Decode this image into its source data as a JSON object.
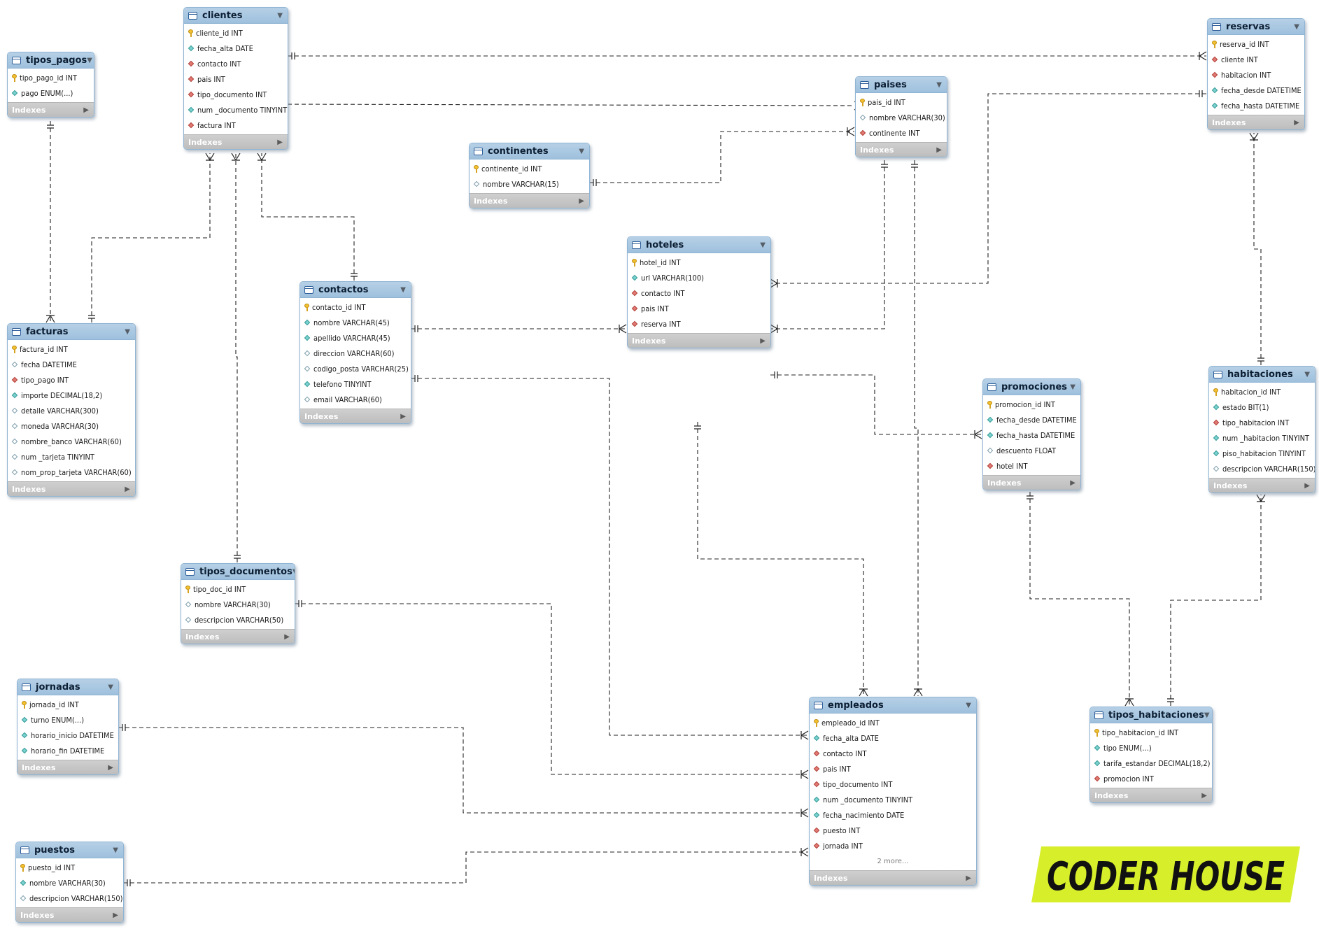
{
  "footer_label": "Indexes",
  "tables": [
    {
      "id": "clientes",
      "name": "clientes",
      "columns": [
        {
          "label": "cliente_id INT",
          "kind": "key"
        },
        {
          "label": "fecha_alta DATE",
          "kind": "nn"
        },
        {
          "label": "contacto INT",
          "kind": "fk"
        },
        {
          "label": "pais INT",
          "kind": "fk"
        },
        {
          "label": "tipo_documento INT",
          "kind": "fk"
        },
        {
          "label": "num _documento TINYINT",
          "kind": "nn"
        },
        {
          "label": "factura INT",
          "kind": "fk"
        }
      ]
    },
    {
      "id": "tipos_pagos",
      "name": "tipos_pagos",
      "columns": [
        {
          "label": "tipo_pago_id INT",
          "kind": "key"
        },
        {
          "label": "pago ENUM(...)",
          "kind": "nn"
        }
      ]
    },
    {
      "id": "reservas",
      "name": "reservas",
      "columns": [
        {
          "label": "reserva_id INT",
          "kind": "key"
        },
        {
          "label": "cliente INT",
          "kind": "fk"
        },
        {
          "label": "habitacion INT",
          "kind": "fk"
        },
        {
          "label": "fecha_desde DATETIME",
          "kind": "nn"
        },
        {
          "label": "fecha_hasta DATETIME",
          "kind": "nn"
        }
      ]
    },
    {
      "id": "paises",
      "name": "paises",
      "columns": [
        {
          "label": "pais_id INT",
          "kind": "key"
        },
        {
          "label": "nombre VARCHAR(30)",
          "kind": "nul"
        },
        {
          "label": "continente INT",
          "kind": "fk"
        }
      ]
    },
    {
      "id": "continentes",
      "name": "continentes",
      "columns": [
        {
          "label": "continente_id INT",
          "kind": "key"
        },
        {
          "label": "nombre VARCHAR(15)",
          "kind": "nul"
        }
      ]
    },
    {
      "id": "hoteles",
      "name": "hoteles",
      "columns": [
        {
          "label": "hotel_id INT",
          "kind": "key"
        },
        {
          "label": "url VARCHAR(100)",
          "kind": "nn"
        },
        {
          "label": "contacto INT",
          "kind": "fk"
        },
        {
          "label": "pais INT",
          "kind": "fk"
        },
        {
          "label": "reserva INT",
          "kind": "fk"
        }
      ]
    },
    {
      "id": "contactos",
      "name": "contactos",
      "columns": [
        {
          "label": "contacto_id INT",
          "kind": "key"
        },
        {
          "label": "nombre VARCHAR(45)",
          "kind": "nn"
        },
        {
          "label": "apellido VARCHAR(45)",
          "kind": "nn"
        },
        {
          "label": "direccion VARCHAR(60)",
          "kind": "nul"
        },
        {
          "label": "codigo_posta VARCHAR(25)",
          "kind": "nul"
        },
        {
          "label": "telefono TINYINT",
          "kind": "nn"
        },
        {
          "label": "email VARCHAR(60)",
          "kind": "nul"
        }
      ]
    },
    {
      "id": "facturas",
      "name": "facturas",
      "columns": [
        {
          "label": "factura_id INT",
          "kind": "key"
        },
        {
          "label": "fecha DATETIME",
          "kind": "nul"
        },
        {
          "label": "tipo_pago INT",
          "kind": "fk"
        },
        {
          "label": "importe DECIMAL(18,2)",
          "kind": "nn"
        },
        {
          "label": "detalle VARCHAR(300)",
          "kind": "nul"
        },
        {
          "label": "moneda VARCHAR(30)",
          "kind": "nul"
        },
        {
          "label": "nombre_banco VARCHAR(60)",
          "kind": "nul"
        },
        {
          "label": "num _tarjeta TINYINT",
          "kind": "nul"
        },
        {
          "label": "nom_prop_tarjeta VARCHAR(60)",
          "kind": "nul"
        }
      ]
    },
    {
      "id": "habitaciones",
      "name": "habitaciones",
      "columns": [
        {
          "label": "habitacion_id INT",
          "kind": "key"
        },
        {
          "label": "estado BIT(1)",
          "kind": "nn"
        },
        {
          "label": "tipo_habitacion INT",
          "kind": "fk"
        },
        {
          "label": "num _habitacion TINYINT",
          "kind": "nn"
        },
        {
          "label": "piso_habitacion TINYINT",
          "kind": "nn"
        },
        {
          "label": "descripcion VARCHAR(150)",
          "kind": "nul"
        }
      ]
    },
    {
      "id": "promociones",
      "name": "promociones",
      "columns": [
        {
          "label": "promocion_id INT",
          "kind": "key"
        },
        {
          "label": "fecha_desde DATETIME",
          "kind": "nn"
        },
        {
          "label": "fecha_hasta DATETIME",
          "kind": "nn"
        },
        {
          "label": "descuento FLOAT",
          "kind": "nul"
        },
        {
          "label": "hotel INT",
          "kind": "fk"
        }
      ]
    },
    {
      "id": "tipos_documentos",
      "name": "tipos_documentos",
      "columns": [
        {
          "label": "tipo_doc_id INT",
          "kind": "key"
        },
        {
          "label": "nombre VARCHAR(30)",
          "kind": "nul"
        },
        {
          "label": "descripcion VARCHAR(50)",
          "kind": "nul"
        }
      ]
    },
    {
      "id": "jornadas",
      "name": "jornadas",
      "columns": [
        {
          "label": "jornada_id INT",
          "kind": "key"
        },
        {
          "label": "turno ENUM(...)",
          "kind": "nn"
        },
        {
          "label": "horario_inicio DATETIME",
          "kind": "nn"
        },
        {
          "label": "horario_fin DATETIME",
          "kind": "nn"
        }
      ]
    },
    {
      "id": "puestos",
      "name": "puestos",
      "columns": [
        {
          "label": "puesto_id INT",
          "kind": "key"
        },
        {
          "label": "nombre VARCHAR(30)",
          "kind": "nn"
        },
        {
          "label": "descripcion VARCHAR(150)",
          "kind": "nul"
        }
      ]
    },
    {
      "id": "empleados",
      "name": "empleados",
      "more": "2 more...",
      "columns": [
        {
          "label": "empleado_id INT",
          "kind": "key"
        },
        {
          "label": "fecha_alta DATE",
          "kind": "nn"
        },
        {
          "label": "contacto INT",
          "kind": "fk"
        },
        {
          "label": "pais INT",
          "kind": "fk"
        },
        {
          "label": "tipo_documento INT",
          "kind": "fk"
        },
        {
          "label": "num _documento TINYINT",
          "kind": "nn"
        },
        {
          "label": "fecha_nacimiento DATE",
          "kind": "nn"
        },
        {
          "label": "puesto INT",
          "kind": "fk"
        },
        {
          "label": "jornada INT",
          "kind": "fk"
        }
      ]
    },
    {
      "id": "tipos_habitaciones",
      "name": "tipos_habitaciones",
      "columns": [
        {
          "label": "tipo_habitacion_id INT",
          "kind": "key"
        },
        {
          "label": "tipo ENUM(...)",
          "kind": "nn"
        },
        {
          "label": "tarifa_estandar DECIMAL(18,2)",
          "kind": "nn"
        },
        {
          "label": "promocion INT",
          "kind": "fk"
        }
      ]
    }
  ],
  "relationships": [
    {
      "name": "rel-clientes-reservas",
      "one": "clientes",
      "many": "reservas"
    },
    {
      "name": "rel-paises-clientes",
      "one": "paises",
      "many": "clientes"
    },
    {
      "name": "rel-continentes-paises",
      "one": "continentes",
      "many": "paises"
    },
    {
      "name": "rel-tipos_pagos-facturas",
      "one": "tipos_pagos",
      "many": "facturas"
    },
    {
      "name": "rel-facturas-clientes",
      "one": "facturas",
      "many": "clientes"
    },
    {
      "name": "rel-contactos-clientes",
      "one": "contactos",
      "many": "clientes"
    },
    {
      "name": "rel-tipos_documentos-clientes",
      "one": "tipos_documentos",
      "many": "clientes"
    },
    {
      "name": "rel-contactos-hoteles",
      "one": "contactos",
      "many": "hoteles"
    },
    {
      "name": "rel-paises-hoteles",
      "one": "paises",
      "many": "hoteles"
    },
    {
      "name": "rel-reservas-hoteles",
      "one": "reservas",
      "many": "hoteles"
    },
    {
      "name": "rel-hoteles-promociones",
      "one": "hoteles",
      "many": "promociones"
    },
    {
      "name": "rel-habitaciones-reservas",
      "one": "habitaciones",
      "many": "reservas"
    },
    {
      "name": "rel-tipos_habitaciones-habitaciones",
      "one": "tipos_habitaciones",
      "many": "habitaciones"
    },
    {
      "name": "rel-promociones-tipos_habitaciones",
      "one": "promociones",
      "many": "tipos_habitaciones"
    },
    {
      "name": "rel-hoteles-empleados",
      "one": "hoteles",
      "many": "empleados"
    },
    {
      "name": "rel-paises-empleados",
      "one": "paises",
      "many": "empleados"
    },
    {
      "name": "rel-contactos-empleados",
      "one": "contactos",
      "many": "empleados"
    },
    {
      "name": "rel-tipos_documentos-empleados",
      "one": "tipos_documentos",
      "many": "empleados"
    },
    {
      "name": "rel-jornadas-empleados",
      "one": "jornadas",
      "many": "empleados"
    },
    {
      "name": "rel-puestos-empleados",
      "one": "puestos",
      "many": "empleados"
    }
  ],
  "logo": {
    "text": "CODER HOUSE",
    "background": "#d7ee2a",
    "color": "#111111"
  },
  "colors": {
    "header": "#9ec0dd",
    "footer": "#bdbdbd",
    "foreign_key": "#e07a72",
    "not_null": "#79d2cf",
    "primary_key": "#f2c230"
  }
}
